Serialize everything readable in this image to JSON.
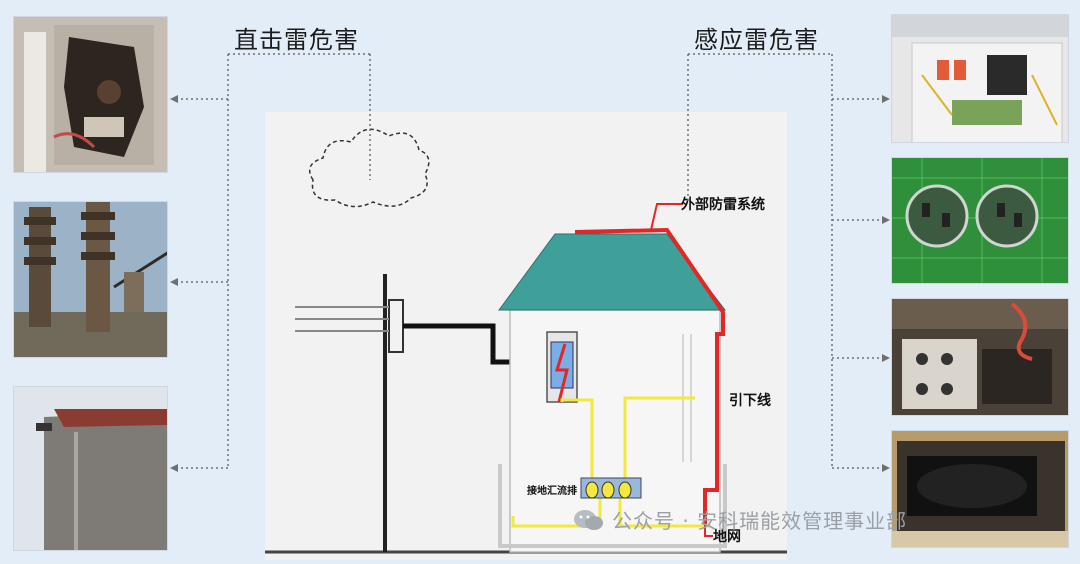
{
  "headings": {
    "direct": "直击雷危害",
    "induced": "感应雷危害"
  },
  "diagram": {
    "external_system_label": "外部防雷系统",
    "down_conductor_label": "引下线",
    "ground_bus_label": "接地汇流排",
    "ground_grid_label": "地网"
  },
  "watermark": {
    "text": "公众号 · 安科瑞能效管理事业部"
  },
  "colors": {
    "background": "#e3edf8",
    "roof": "#3f9f99",
    "conductor": "#e42626",
    "wire": "#f3e83c",
    "leader": "#6f6f6f"
  }
}
